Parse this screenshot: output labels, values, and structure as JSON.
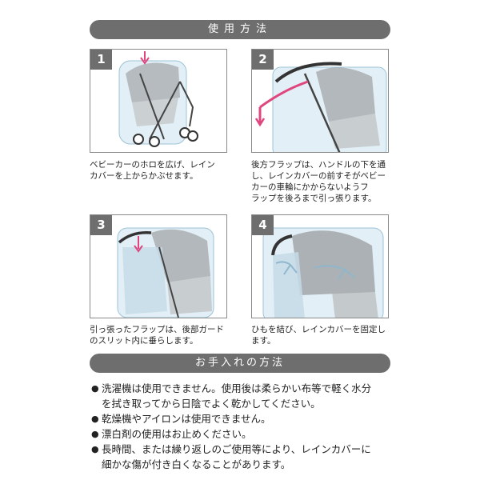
{
  "usage": {
    "heading": "使用方法",
    "steps": [
      {
        "number": "1",
        "caption": "ベビーカーのホロを広げ、レイン\nカバーを上からかぶせます。"
      },
      {
        "number": "2",
        "caption": "後方フラップは、ハンドルの下を通\nし、レインカバーの前すそがベビー\nカーの車輪にかからないようフ\nラップを後ろまで引っ張ります。"
      },
      {
        "number": "3",
        "caption": "引っ張ったフラップは、後部ガード\nのスリット内に垂らします。"
      },
      {
        "number": "4",
        "caption": "ひもを結び、レインカバーを固定し\nます。"
      }
    ]
  },
  "care": {
    "heading": "お手入れの方法",
    "bullet_symbol": "●",
    "items": [
      "洗濯機は使用できません。使用後は柔らかい布等で軽く水分\nを拭き取ってから日陰でよく乾かしてください。",
      "乾燥機やアイロンは使用できません。",
      "漂白剤の使用はお止めください。",
      "長時間、または繰り返しのご使用等により、レインカバーに\n細かな傷が付き白くなることがあります。"
    ]
  },
  "colors": {
    "banner": "#6e6e6e",
    "arrow": "#e0467e",
    "cover": "#cfe4ef",
    "frame": "#444444"
  }
}
